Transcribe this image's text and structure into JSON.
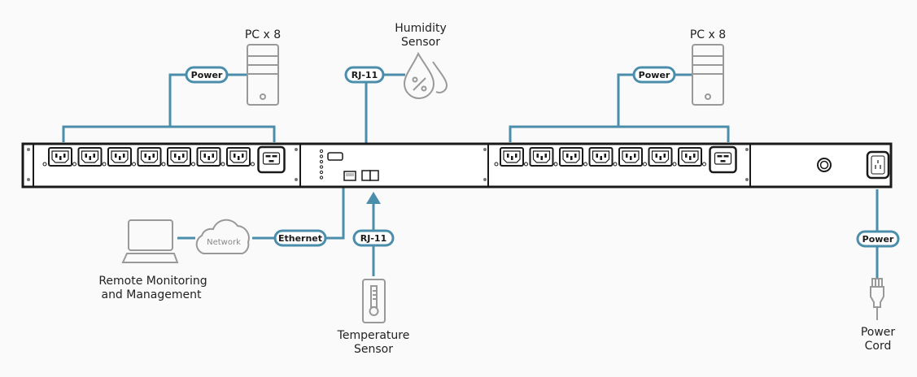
{
  "colors": {
    "wire": "#4a8eab",
    "device_stroke": "#1a1a1a",
    "icon_gray": "#999999",
    "background": "#fafafa"
  },
  "labels": {
    "pc_left": "PC x 8",
    "pc_right": "PC x 8",
    "humidity_line1": "Humidity",
    "humidity_line2": "Sensor",
    "remote_line1": "Remote Monitoring",
    "remote_line2": "and Management",
    "temperature_line1": "Temperature",
    "temperature_line2": "Sensor",
    "power_cord_line1": "Power",
    "power_cord_line2": "Cord",
    "network": "Network"
  },
  "pills": {
    "power_left": "Power",
    "rj11_top": "RJ-11",
    "power_right": "Power",
    "ethernet": "Ethernet",
    "rj11_bottom": "RJ-11",
    "power_cord": "Power"
  },
  "devices": {
    "left_bank_outlets": 8,
    "right_bank_outlets": 8,
    "status_leds": 6
  }
}
